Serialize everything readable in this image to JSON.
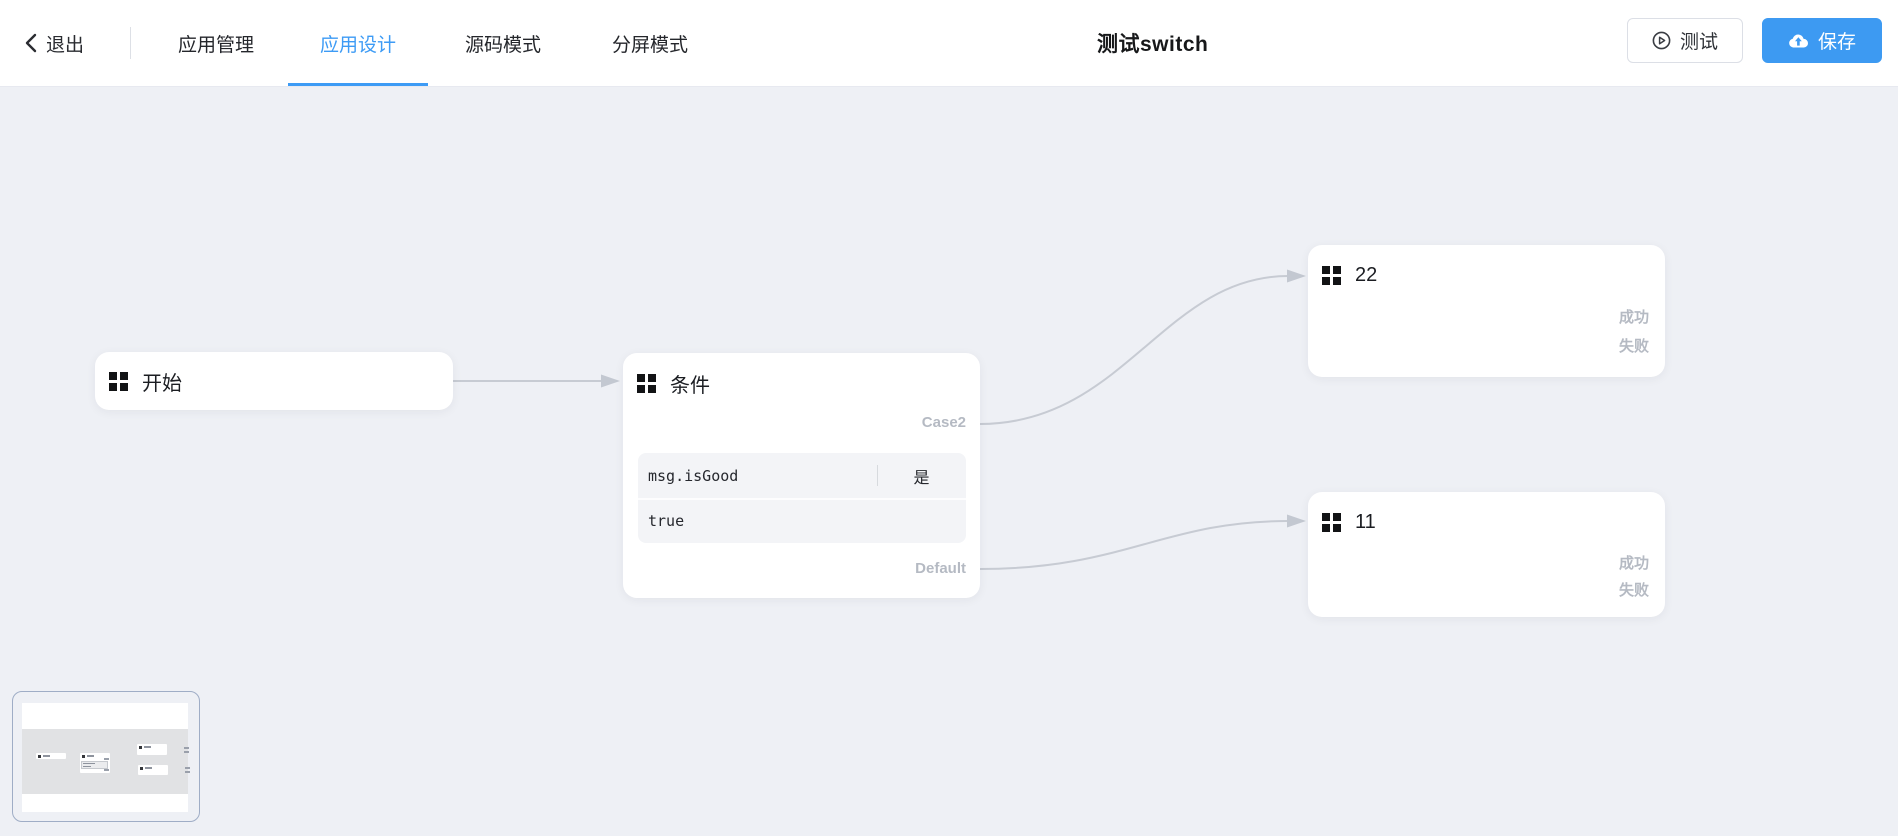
{
  "header": {
    "back_label": "退出",
    "tabs": [
      {
        "label": "应用管理",
        "active": false
      },
      {
        "label": "应用设计",
        "active": true
      },
      {
        "label": "源码模式",
        "active": false
      },
      {
        "label": "分屏模式",
        "active": false
      }
    ],
    "title": "测试switch",
    "test_button": {
      "label": "测试",
      "icon": "play-circle-icon"
    },
    "save_button": {
      "label": "保存",
      "icon": "cloud-upload-icon"
    }
  },
  "colors": {
    "accent_blue": "#3d9bf5",
    "save_button_bg": "#3d9af2",
    "canvas_bg": "#eef0f5",
    "node_bg": "#ffffff",
    "edge": "#c7cbd3",
    "port_label": "#b5bac3",
    "condition_table_bg": "#f3f4f7",
    "minimap_border": "#9fadc6"
  },
  "flow": {
    "nodes": {
      "start": {
        "title": "开始",
        "icon": "grid-icon"
      },
      "condition": {
        "title": "条件",
        "icon": "grid-icon",
        "ports": [
          {
            "label": "Case2"
          },
          {
            "label": "Default"
          }
        ],
        "table": {
          "expression": "msg.isGood",
          "operator": "是",
          "value": "true"
        }
      },
      "node22": {
        "title": "22",
        "icon": "grid-icon",
        "ports": [
          {
            "label": "成功"
          },
          {
            "label": "失败"
          }
        ]
      },
      "node11": {
        "title": "11",
        "icon": "grid-icon",
        "ports": [
          {
            "label": "成功"
          },
          {
            "label": "失败"
          }
        ]
      }
    },
    "edges": [
      {
        "from": "start",
        "to": "condition"
      },
      {
        "from": "condition:Case2",
        "to": "node22"
      },
      {
        "from": "condition:Default",
        "to": "node11"
      }
    ]
  }
}
